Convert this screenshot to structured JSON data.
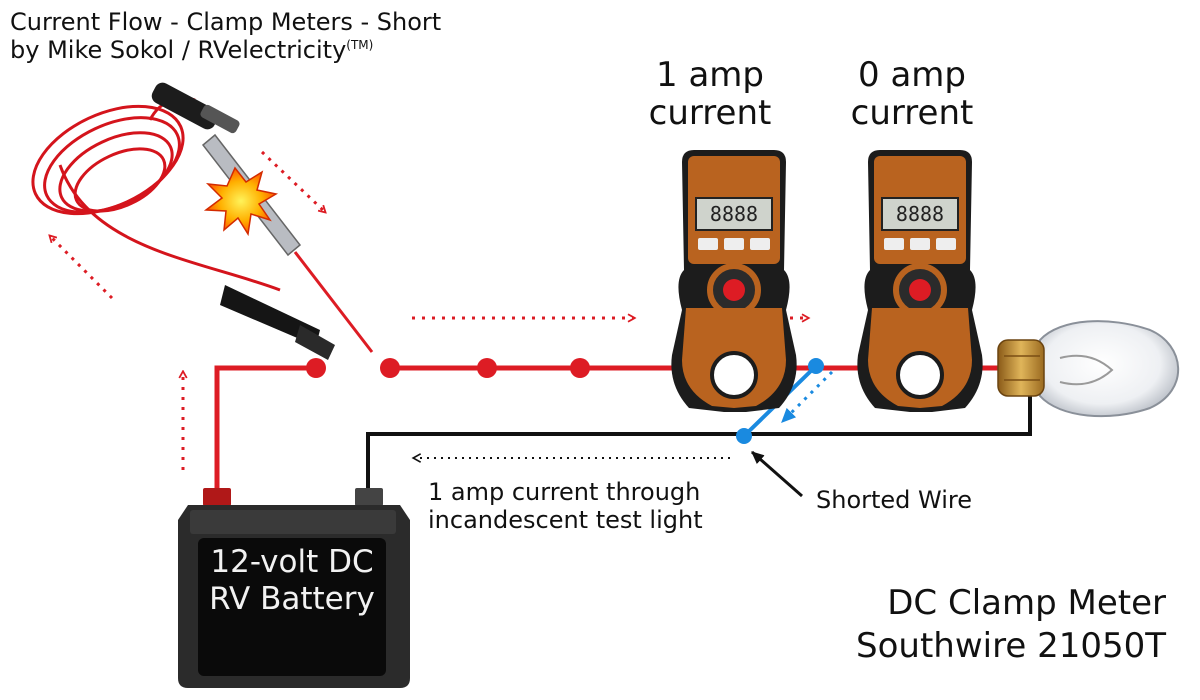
{
  "title": {
    "line1": "Current Flow - Clamp Meters - Short",
    "line2_prefix": "by Mike Sokol / RVelectricity",
    "line2_sup": "(TM)"
  },
  "meters": [
    {
      "reading_line1": "1 amp",
      "reading_line2": "current"
    },
    {
      "reading_line1": "0 amp",
      "reading_line2": "current"
    }
  ],
  "annotations": {
    "return_current_line1": "1 amp current through",
    "return_current_line2": "incandescent test light",
    "shorted_wire": "Shorted Wire"
  },
  "battery": {
    "line1": "12-volt DC",
    "line2": "RV Battery"
  },
  "footer": {
    "line1": "DC Clamp Meter",
    "line2": "Southwire 21050T"
  },
  "colors": {
    "positive_wire": "#dd1c24",
    "negative_wire": "#111111",
    "short_wire": "#1a8ae0",
    "meter_body": "#b9631f",
    "battery_body": "#2b2b2b"
  }
}
